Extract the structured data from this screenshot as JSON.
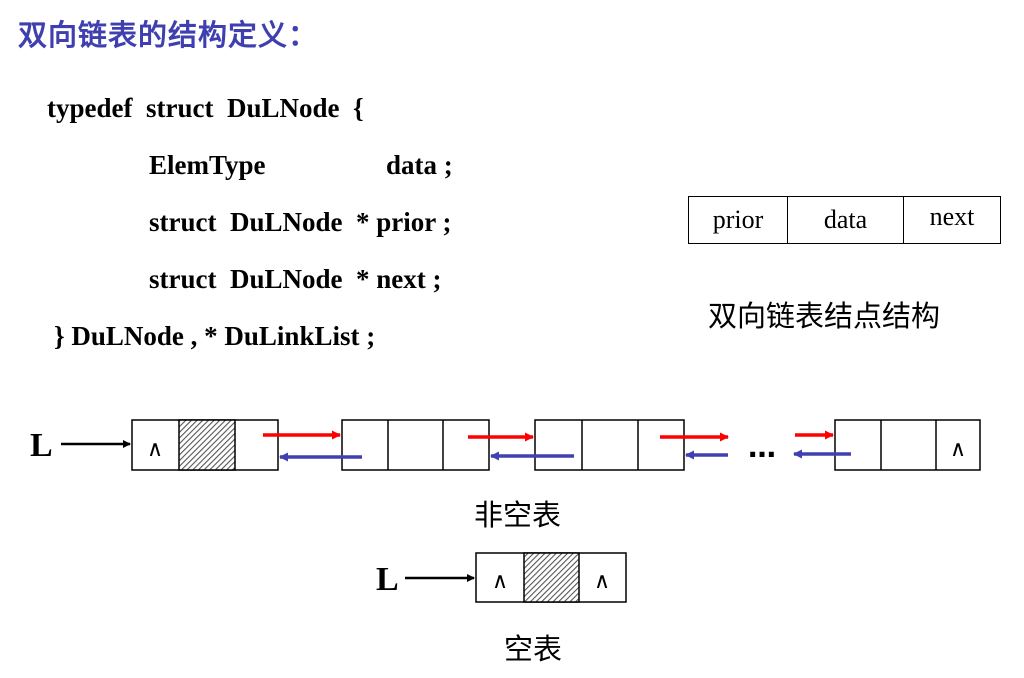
{
  "title": "双向链表的结构定义：",
  "code": {
    "line1": "typedef  struct  DuLNode  {",
    "line2_type": "ElemType",
    "line2_field": "data ;",
    "line3": "struct  DuLNode  * prior ;",
    "line4": "struct  DuLNode  * next ;",
    "line5": "} DuLNode , * DuLinkList ;"
  },
  "node_structure": {
    "fields": [
      "prior",
      "data",
      "next"
    ],
    "caption": "双向链表结点结构"
  },
  "non_empty_list": {
    "head_label": "L",
    "null_symbol": "∧",
    "ellipsis": "…",
    "caption": "非空表"
  },
  "empty_list": {
    "head_label": "L",
    "null_symbol": "∧",
    "caption": "空表"
  },
  "colors": {
    "title": "#3f3fb0",
    "next_arrow": "#ff0000",
    "prior_arrow": "#4040b0"
  }
}
